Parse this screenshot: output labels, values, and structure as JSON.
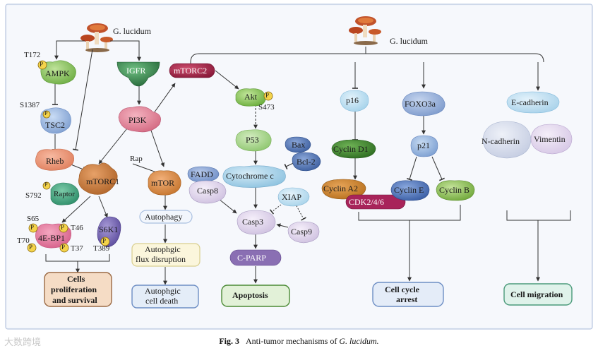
{
  "title_top": "G. lucidum",
  "title_top_right": "G. lucidum",
  "nodes": {
    "ampk": "AMPK",
    "t172": "T172",
    "s1387": "S1387",
    "tsc2": "TSC2",
    "rheb": "Rheb",
    "igfr": "IGFR",
    "pi3k": "PI3K",
    "mtorc1": "mTORC1",
    "raptor": "Raptor",
    "s792": "S792",
    "ebp1": "4E-BP1",
    "s65": "S65",
    "t46": "T46",
    "t70": "T70",
    "t37": "T37",
    "s6k1": "S6K1",
    "t389": "T389",
    "rap": "Rap",
    "mtor": "mTOR",
    "autophagy": "Autophagy",
    "flux": "Autophgic flux disruption",
    "flux_l1": "Autophgic",
    "flux_l2": "flux disruption",
    "death_l1": "Autophgic",
    "death_l2": "cell death",
    "mtorc2": "mTORC2",
    "akt": "Akt",
    "s473": "S473",
    "p53": "P53",
    "bax": "Bax",
    "bcl2": "Bcl-2",
    "fadd": "FADD",
    "casp8": "Casp8",
    "cytc": "Cytochrome c",
    "xiap": "XIAP",
    "casp3": "Casp3",
    "casp9": "Casp9",
    "cparp": "C-PARP",
    "apoptosis": "Apoptosis",
    "p16": "p16",
    "cyclind1": "Cyclin D1",
    "cyclina2": "Cyclin A2",
    "cdk": "CDK2/4/6",
    "foxo3a": "FOXO3a",
    "p21": "p21",
    "cycline": "Cyclin E",
    "cyclinb": "Cyclin B",
    "arrest_l1": "Cell cycle",
    "arrest_l2": "arrest",
    "ecadherin": "E-cadherin",
    "ncadherin": "N-cadherin",
    "vimentin": "Vimentin",
    "migration": "Cell migration",
    "prolif_l1": "Cells",
    "prolif_l2": "proliferation",
    "prolif_l3": "and survival",
    "p": "P"
  },
  "caption": {
    "fig": "Fig. 3",
    "text": "Anti-tumor mechanisms of ",
    "italic": "G. lucidum."
  },
  "watermark": "大数跨境",
  "colors": {
    "frame": "#b8c6e0",
    "panel_bg": "#eef2fa",
    "phospho": "#f4d34a",
    "igfr": "#3a8a52",
    "pi3k": "#e07f93",
    "mtorc1": "#c87a3e",
    "mtorc2": "#9b1f3f",
    "akt": "#7cbf4e",
    "purple": "#b493c7",
    "blue": "#3f6bb0",
    "green_dark": "#3b7a2e"
  }
}
